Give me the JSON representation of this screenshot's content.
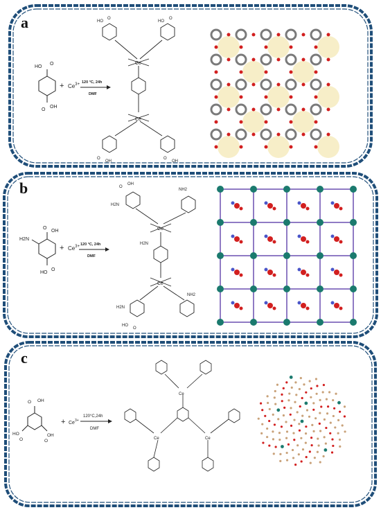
{
  "panels": [
    {
      "label": "a",
      "ligand_groups": [
        "HO",
        "O",
        "O",
        "OH"
      ],
      "plus": "+",
      "metal_base": "Ce",
      "metal_charge": "3+",
      "conditions_top": "120 °C, 24h",
      "conditions_bottom": "DMF",
      "center_atoms": [
        "Ce",
        "Ce"
      ],
      "product_groups": [
        "HO",
        "O",
        "HO",
        "O",
        "O",
        "OH",
        "O",
        "OH"
      ]
    },
    {
      "label": "b",
      "ligand_groups": [
        "O",
        "OH",
        "H2N",
        "HO",
        "O"
      ],
      "plus": "+",
      "metal_base": "Ce",
      "metal_charge": "3+",
      "conditions_top": "120 °C, 24h",
      "conditions_bottom": "DMF",
      "center_atoms": [
        "Ce",
        "Ce"
      ],
      "product_groups": [
        "H2N",
        "NH2",
        "H2N",
        "H2N",
        "NH2",
        "O",
        "OH",
        "HO",
        "O"
      ]
    },
    {
      "label": "c",
      "ligand_groups": [
        "O",
        "OH",
        "HO",
        "O",
        "OH",
        "O"
      ],
      "plus": "+",
      "metal_base": "Ce",
      "metal_charge": "3+",
      "conditions_top": "120°C,24h",
      "conditions_bottom": "DMF",
      "center_atoms": [
        "Ce",
        "Ce",
        "Ce"
      ]
    }
  ],
  "colors": {
    "border": "#1f4e79",
    "ce_atom": "#1b7a6e",
    "oxygen": "#d21f1f",
    "linker": "#7a7a7a",
    "highlight": "#f3e7b0"
  }
}
